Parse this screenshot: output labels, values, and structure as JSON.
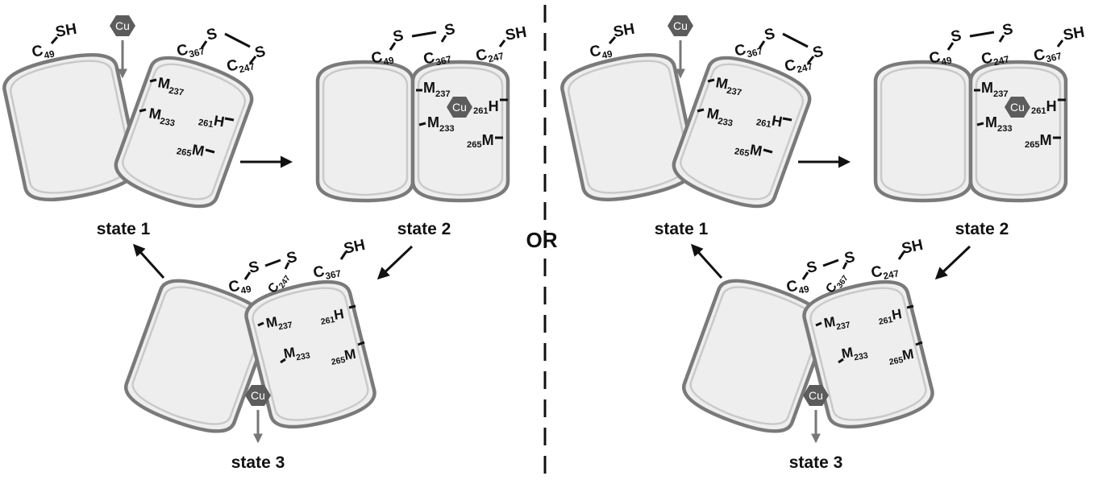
{
  "labels": {
    "state1": "state 1",
    "state2": "state 2",
    "state3": "state 3",
    "or": "OR",
    "cu": "Cu",
    "sh": "SH",
    "s": "S",
    "c": "C",
    "m": "M",
    "h": "H",
    "n49": "49",
    "n367": "367",
    "n247": "247",
    "n237": "237",
    "n233": "233",
    "n261": "261",
    "n265": "265"
  },
  "colors": {
    "lobe_fill": "#eeeeee",
    "lobe_stroke": "#7a7a7a",
    "cu_hexagon": "#5c5c5c",
    "cu_arrow": "#777777",
    "text": "#111111"
  },
  "panels": [
    {
      "name": "left-model",
      "free_thiol": "C49",
      "disulfide": [
        "C367",
        "C247"
      ],
      "state2_bridge": [
        "C49",
        "C367"
      ],
      "state2_free": "C247"
    },
    {
      "name": "right-model",
      "free_thiol": "C49",
      "disulfide": [
        "C367",
        "C247"
      ],
      "state2_bridge": [
        "C49",
        "C247"
      ],
      "state2_free": "C367"
    }
  ]
}
